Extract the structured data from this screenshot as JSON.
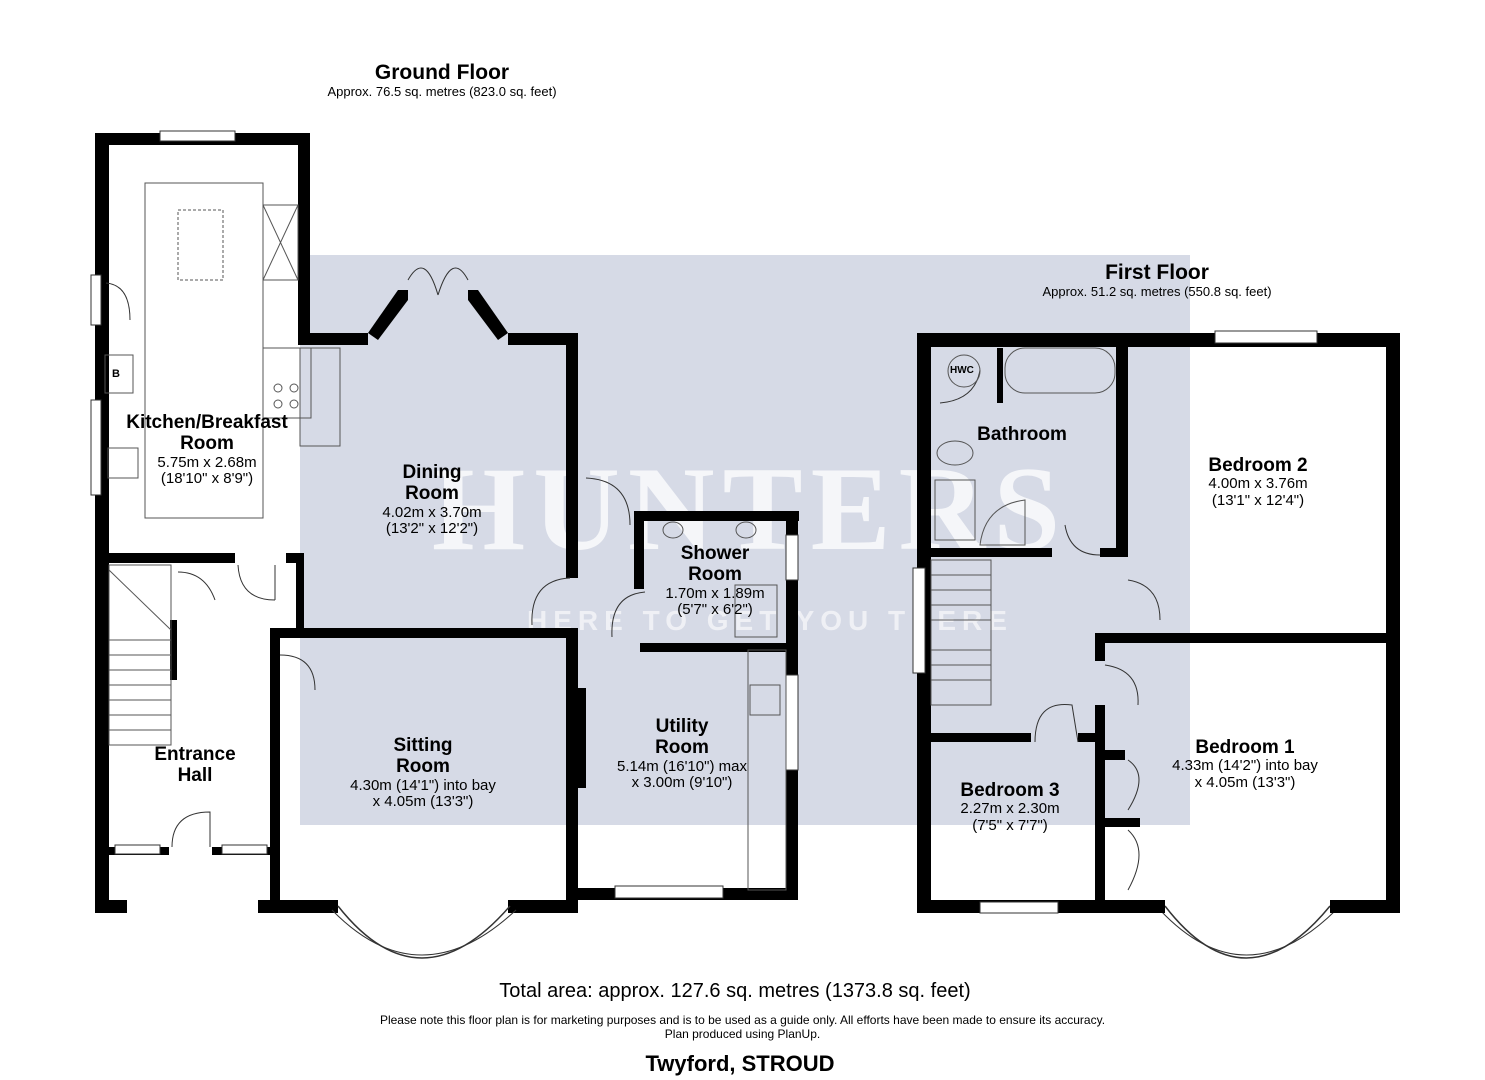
{
  "ground_floor": {
    "title": "Ground Floor",
    "area": "Approx. 76.5 sq. metres (823.0 sq. feet)"
  },
  "first_floor": {
    "title": "First Floor",
    "area": "Approx. 51.2 sq. metres (550.8 sq. feet)"
  },
  "rooms": {
    "kitchen": {
      "name_line1": "Kitchen/Breakfast",
      "name_line2": "Room",
      "dim1": "5.75m x 2.68m",
      "dim2": "(18'10\" x 8'9\")"
    },
    "dining": {
      "name_line1": "Dining",
      "name_line2": "Room",
      "dim1": "4.02m x 3.70m",
      "dim2": "(13'2\" x 12'2\")"
    },
    "shower": {
      "name_line1": "Shower",
      "name_line2": "Room",
      "dim1": "1.70m x 1.89m",
      "dim2": "(5'7\" x 6'2\")"
    },
    "entrance": {
      "name_line1": "Entrance",
      "name_line2": "Hall"
    },
    "sitting": {
      "name_line1": "Sitting",
      "name_line2": "Room",
      "dim1": "4.30m (14'1\") into bay",
      "dim2": "x 4.05m (13'3\")"
    },
    "utility": {
      "name_line1": "Utility",
      "name_line2": "Room",
      "dim1": "5.14m (16'10\") max",
      "dim2": "x 3.00m (9'10\")"
    },
    "bathroom": {
      "name": "Bathroom"
    },
    "bedroom2": {
      "name": "Bedroom 2",
      "dim1": "4.00m x 3.76m",
      "dim2": "(13'1\" x 12'4\")"
    },
    "bedroom1": {
      "name": "Bedroom 1",
      "dim1": "4.33m (14'2\") into bay",
      "dim2": "x 4.05m (13'3\")"
    },
    "bedroom3": {
      "name": "Bedroom 3",
      "dim1": "2.27m x 2.30m",
      "dim2": "(7'5\" x 7'7\")"
    }
  },
  "fixtures": {
    "boiler_label": "B",
    "hwc_label": "HWC"
  },
  "watermark": {
    "word": "HUNTERS",
    "tagline": "HERE TO GET YOU THERE"
  },
  "footer": {
    "total": "Total area: approx. 127.6 sq. metres (1373.8 sq. feet)",
    "note1": "Please note this floor plan is for marketing purposes and is to be used as a guide only. All efforts have been made to ensure its accuracy.",
    "note2": "Plan produced using PlanUp.",
    "address": "Twyford, STROUD"
  },
  "colors": {
    "wall": "#000000",
    "watermark_panel": "#46558c"
  }
}
